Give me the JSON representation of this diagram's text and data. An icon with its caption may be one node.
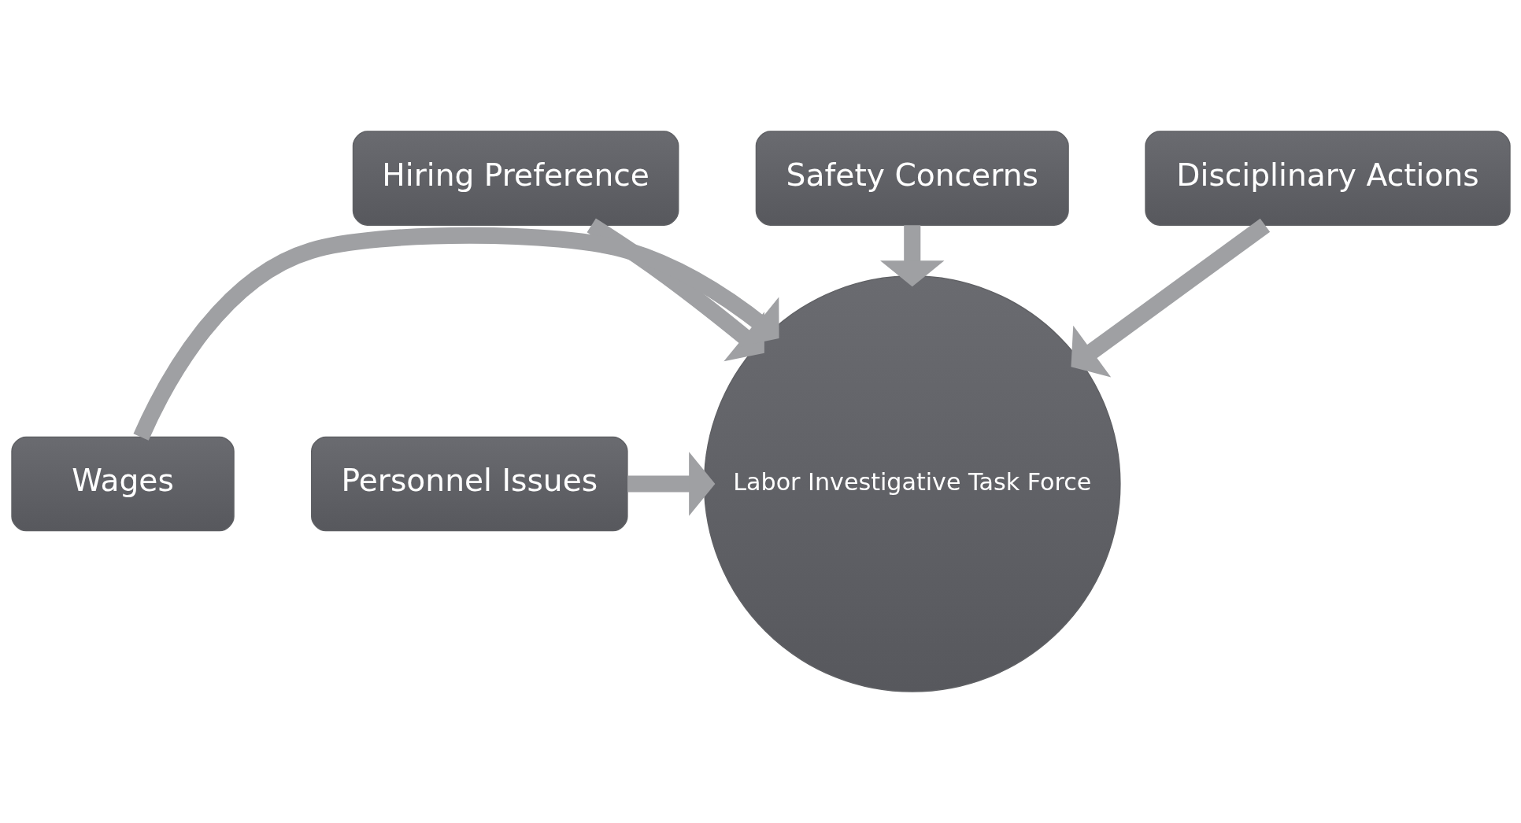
{
  "diagram": {
    "nodes": [
      {
        "text": [
          "Hiring Preference"
        ]
      },
      {
        "text": [
          "Safety Concerns"
        ]
      },
      {
        "text": [
          "Disciplinary Actions"
        ]
      },
      {
        "text": [
          "Wages"
        ]
      },
      {
        "text": [
          "Labor Investigative Task Force"
        ]
      },
      {
        "text": [
          "Personnel Issues"
        ]
      }
    ],
    "edges": [
      {
        "from": 0,
        "to": 4,
        "arrow": "to"
      },
      {
        "from": 1,
        "to": 4,
        "arrow": "to"
      },
      {
        "from": 2,
        "to": 4,
        "arrow": "to"
      },
      {
        "from": 3,
        "to": 4,
        "arrow": "to"
      },
      {
        "from": 5,
        "to": 4,
        "arrow": "to"
      }
    ]
  }
}
